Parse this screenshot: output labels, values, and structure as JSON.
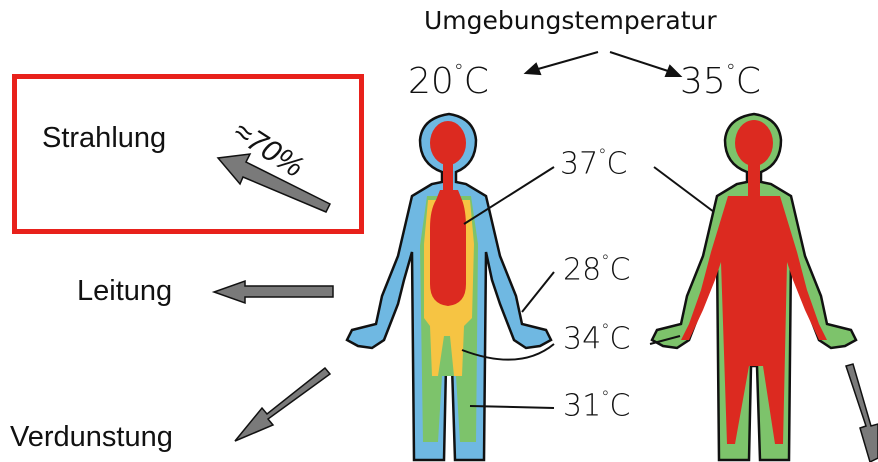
{
  "heading": "Umgebungstemperatur",
  "ambient": {
    "left": {
      "value": "20",
      "unit": "C"
    },
    "right": {
      "value": "35",
      "unit": "C"
    }
  },
  "body_temperatures": [
    {
      "value": "37",
      "unit": "C"
    },
    {
      "value": "28",
      "unit": "C"
    },
    {
      "value": "34",
      "unit": "C"
    },
    {
      "value": "31",
      "unit": "C"
    }
  ],
  "heat_loss": {
    "radiation": {
      "label": "Strahlung",
      "share": "≈70%",
      "highlighted": true
    },
    "conduction": {
      "label": "Leitung"
    },
    "evaporation": {
      "label": "Verdunstung"
    }
  },
  "colors": {
    "core": "#dc2a20",
    "warm": "#f6c443",
    "mid": "#7dc36b",
    "outer": "#6fb8e2",
    "arrow": "#7a7a7a",
    "highlight": "#e8211b",
    "outline": "#111111"
  }
}
